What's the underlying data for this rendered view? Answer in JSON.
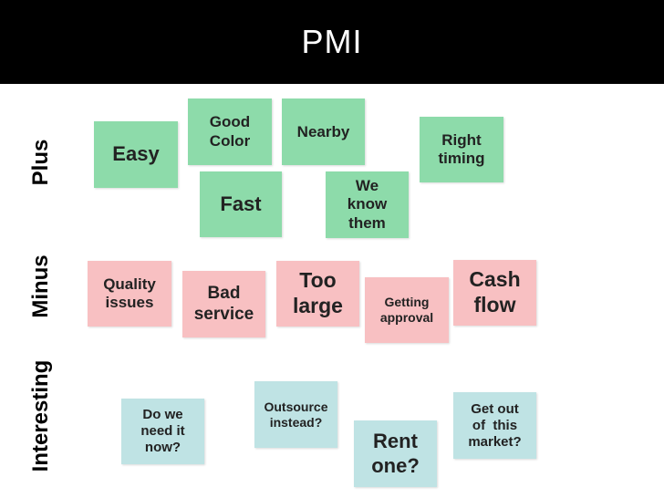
{
  "title": "PMI",
  "rows": {
    "plus": "Plus",
    "minus": "Minus",
    "interesting": "Interesting"
  },
  "notes": {
    "plus": [
      "Easy",
      "Good\nColor",
      "Fast",
      "Nearby",
      "We\nknow\nthem",
      "Right\ntiming"
    ],
    "minus": [
      "Quality\nissues",
      "Bad\nservice",
      "Too\nlarge",
      "Getting\napproval",
      "Cash\nflow"
    ],
    "interesting": [
      "Do we\nneed it\nnow?",
      "Outsource\ninstead?",
      "Rent\none?",
      "Get out\nof  this\nmarket?"
    ]
  },
  "colors": {
    "header": "#000000",
    "plus": "#8ddbaa",
    "minus": "#f8c0c2",
    "interesting": "#bfe3e4"
  }
}
